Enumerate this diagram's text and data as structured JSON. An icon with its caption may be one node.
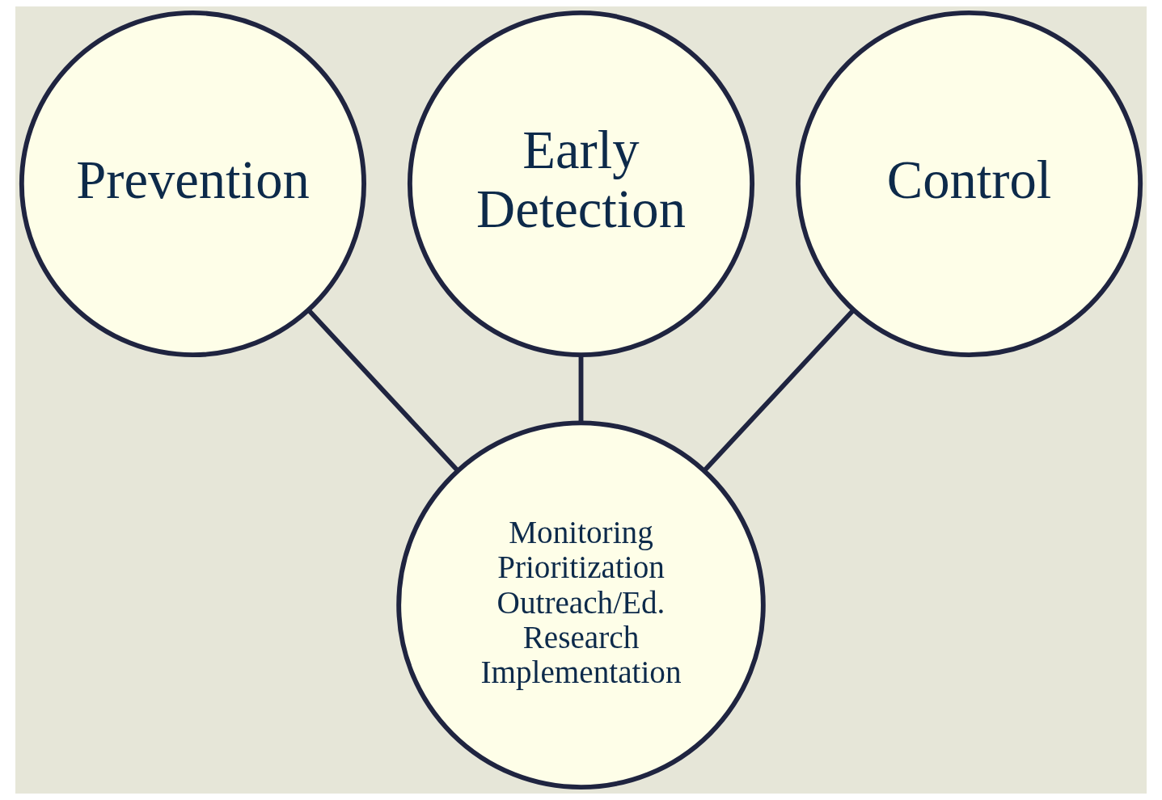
{
  "diagram": {
    "nodes": [
      {
        "text": [
          "Prevention"
        ]
      },
      {
        "text": [
          "Early Detection"
        ]
      },
      {
        "text": [
          "Control"
        ]
      },
      {
        "text": [
          "Monitoring",
          "Prioritization",
          "Outreach/Ed.",
          "Research",
          "Implementation"
        ]
      }
    ],
    "edges": [
      {
        "from": 0,
        "to": 3,
        "arrow": "none"
      },
      {
        "from": 1,
        "to": 3,
        "arrow": "none"
      },
      {
        "from": 2,
        "to": 3,
        "arrow": "none"
      }
    ]
  }
}
